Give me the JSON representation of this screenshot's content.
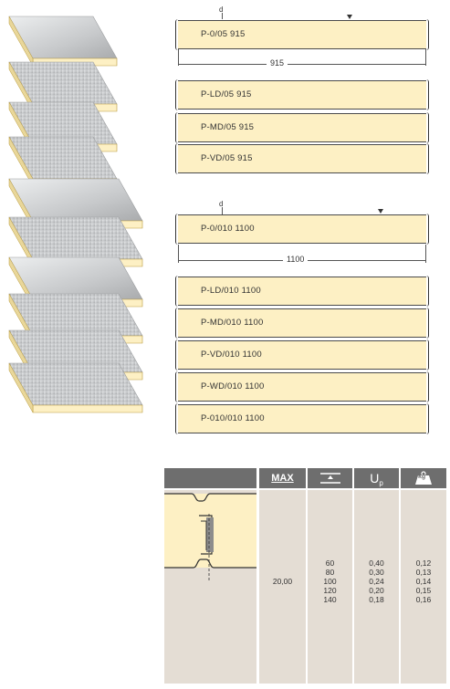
{
  "group1": {
    "dim_label": "915",
    "d_label": "d",
    "profiles": [
      "P-0/05 915",
      "P-LD/05 915",
      "P-MD/05 915",
      "P-VD/05 915"
    ]
  },
  "group2": {
    "dim_label": "1100",
    "d_label": "d",
    "profiles": [
      "P-0/010  1100",
      "P-LD/010  1100",
      "P-MD/010  1100",
      "P-VD/010  1100",
      "P-WD/010  1100",
      "P-010/010  1100"
    ]
  },
  "table": {
    "header_max": "MAX",
    "header_up": "U",
    "header_up_sub": "p",
    "header_kg": "kg",
    "max_value": "20,00",
    "thickness": [
      "60",
      "80",
      "100",
      "120",
      "140"
    ],
    "up": [
      "0,40",
      "0,30",
      "0,24",
      "0,20",
      "0,18"
    ],
    "weight": [
      "0,12",
      "0,13",
      "0,14",
      "0,15",
      "0,16"
    ]
  },
  "colors": {
    "foam": "#fdf0c4",
    "panel_metal": "#c9cbcc",
    "header": "#6e6e6e",
    "cell_bg": "#e4ddd4"
  }
}
